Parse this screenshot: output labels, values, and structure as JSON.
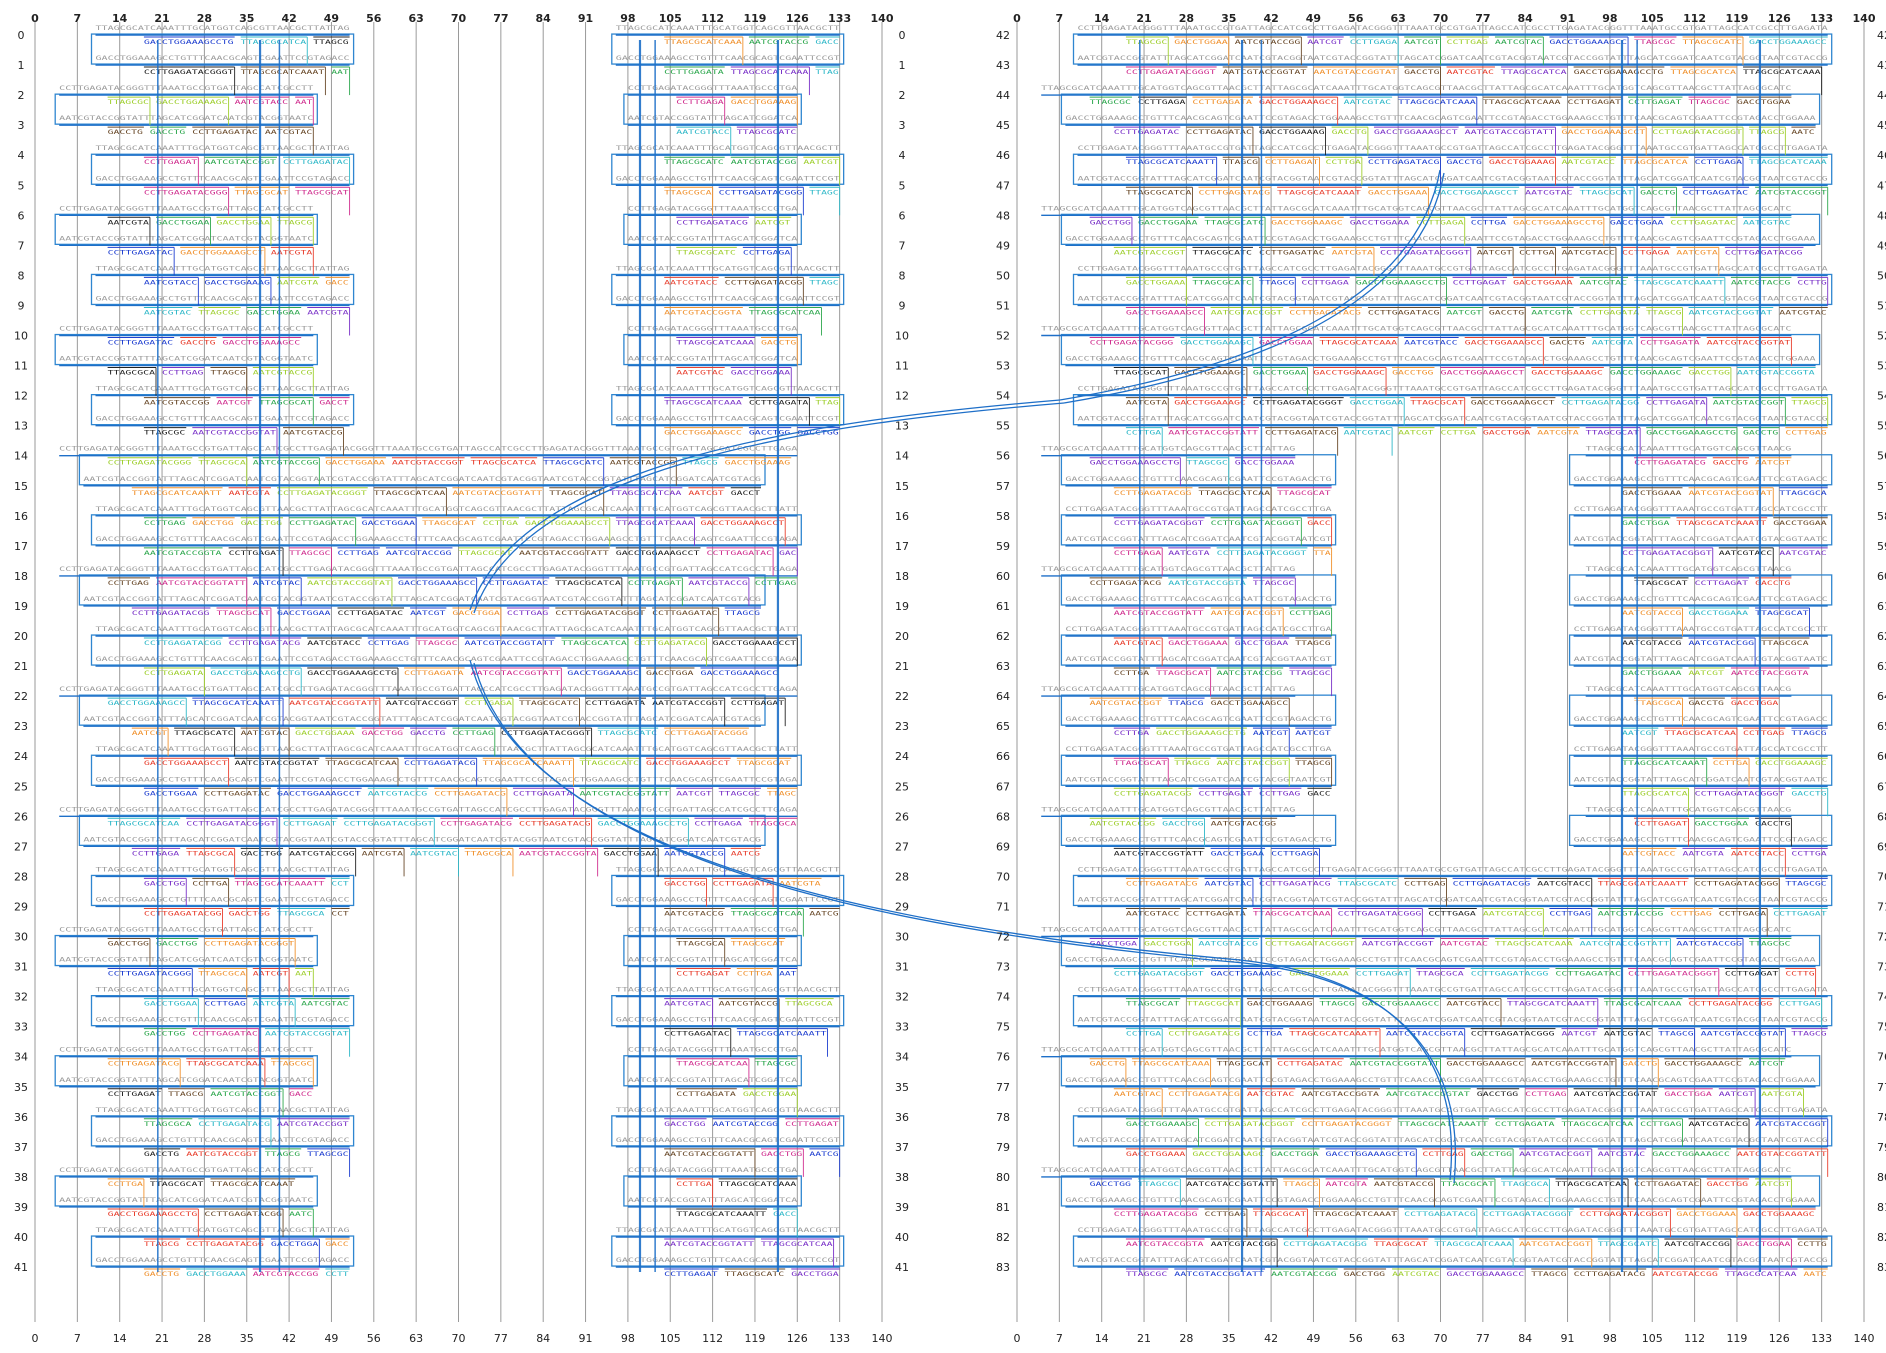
{
  "x_axis": {
    "ticks": [
      0,
      7,
      14,
      21,
      28,
      35,
      42,
      49,
      56,
      63,
      70,
      77,
      84,
      91,
      98,
      105,
      112,
      119,
      126,
      133,
      140
    ]
  },
  "panels": [
    {
      "id": "left",
      "rows": [
        0,
        1,
        2,
        3,
        4,
        5,
        6,
        7,
        8,
        9,
        10,
        11,
        12,
        13,
        14,
        15,
        16,
        17,
        18,
        19,
        20,
        21,
        22,
        23,
        24,
        25,
        26,
        27,
        28,
        29,
        30,
        31,
        32,
        33,
        34,
        35,
        36,
        37,
        38,
        39,
        40,
        41
      ]
    },
    {
      "id": "right",
      "rows": [
        42,
        43,
        44,
        45,
        46,
        47,
        48,
        49,
        50,
        51,
        52,
        53,
        54,
        55,
        56,
        57,
        58,
        59,
        60,
        61,
        62,
        63,
        64,
        65,
        66,
        67,
        68,
        69,
        70,
        71,
        72,
        73,
        74,
        75,
        76,
        77,
        78,
        79,
        80,
        81,
        82,
        83
      ]
    }
  ],
  "colors": {
    "helix": "#1e6fc8",
    "frame": "#2f86d0",
    "grid": "#9a9a9a",
    "gray_text": "#9c9c9c",
    "staples": [
      "#e8402f",
      "#f0922f",
      "#2fa84f",
      "#7a32c8",
      "#222222",
      "#1f3fd0",
      "#2fb8c8",
      "#9fcf2f",
      "#d02f8f",
      "#6a4a2a"
    ]
  },
  "sample_sequences": [
    "AATCGTACCGGTATTTAGCATCGGATCAATCGTACGGT",
    "TTAGCGCATCAAATTTGCATGGTCAGCGTTAACGCTTA",
    "GACCTGGAAAGCCTGTTTCAACGCAGTCGAATTCCGTA",
    "CCTTGAGATACGGGTTTAAATGCCGTGATTAGCCATCG"
  ]
}
